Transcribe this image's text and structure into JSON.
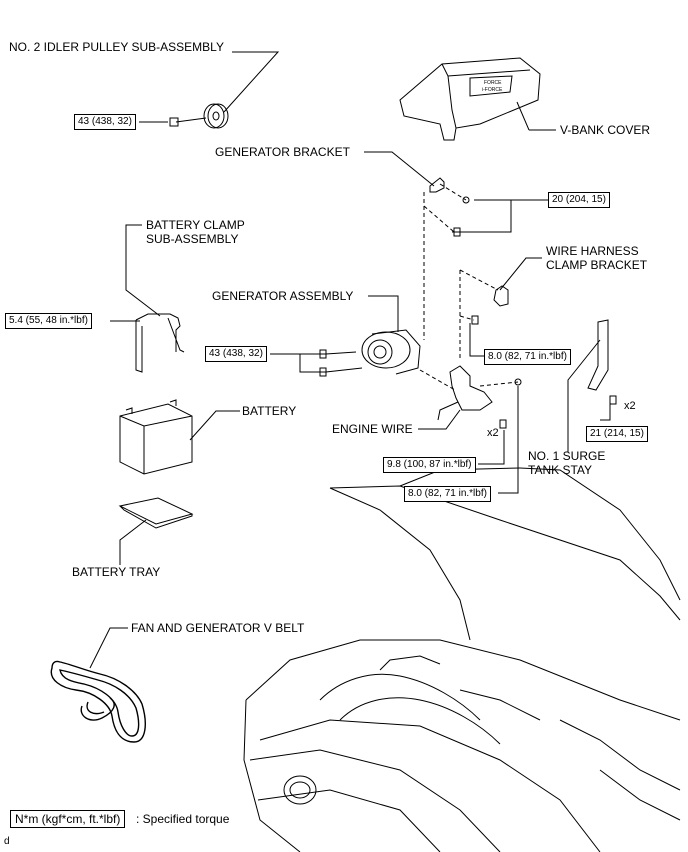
{
  "labels": {
    "idler_pulley": "NO. 2 IDLER PULLEY SUB-ASSEMBLY",
    "vbank_cover": "V-BANK COVER",
    "generator_bracket": "GENERATOR BRACKET",
    "battery_clamp_1": "BATTERY CLAMP",
    "battery_clamp_2": "SUB-ASSEMBLY",
    "wire_harness_1": "WIRE HARNESS",
    "wire_harness_2": "CLAMP BRACKET",
    "generator_assembly": "GENERATOR ASSEMBLY",
    "battery": "BATTERY",
    "engine_wire": "ENGINE WIRE",
    "surge_tank_1": "NO. 1 SURGE",
    "surge_tank_2": "TANK STAY",
    "battery_tray": "BATTERY TRAY",
    "fan_belt": "FAN AND GENERATOR V BELT"
  },
  "torques": {
    "idler_bolt": "43 (438, 32)",
    "bracket_bolts": "20 (204, 15)",
    "battery_clamp": "5.4 (55, 48 in.*lbf)",
    "generator_bolts": "43 (438, 32)",
    "harness_bracket": "8.0 (82, 71 in.*lbf)",
    "engine_wire_nut": "9.8 (100, 87 in.*lbf)",
    "engine_wire_bolt": "8.0 (82, 71 in.*lbf)",
    "surge_tank": "21 (214, 15)"
  },
  "counts": {
    "engine_wire_x": "x2",
    "surge_tank_x": "x2"
  },
  "legend": {
    "unit_box": "N*m (kgf*cm, ft.*lbf)",
    "description": ": Specified torque"
  },
  "cover_text": {
    "line1": "FORCE",
    "line2": "i-FORCE"
  },
  "footer_code": "d"
}
